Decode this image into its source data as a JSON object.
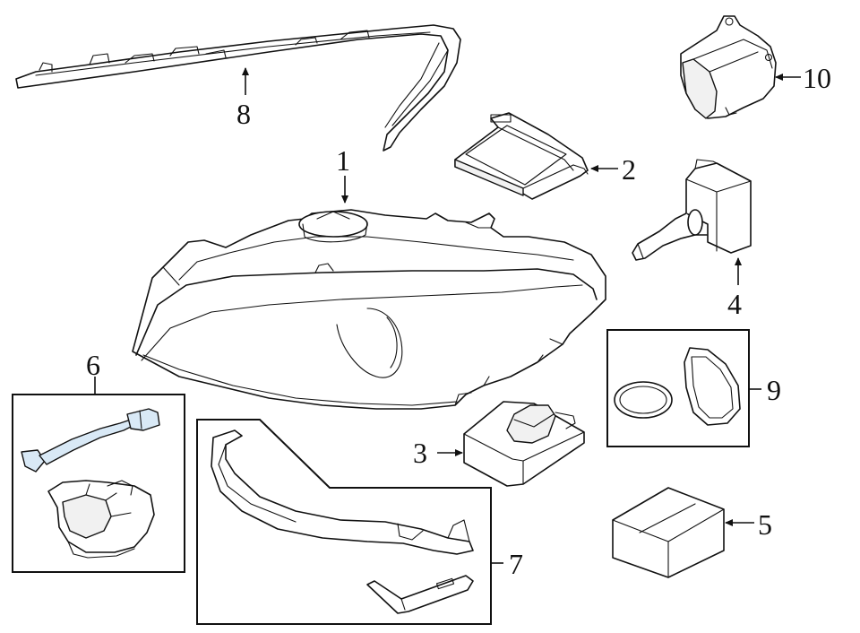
{
  "callouts": [
    {
      "id": "1",
      "label": "1",
      "part": "headlamp assembly"
    },
    {
      "id": "2",
      "label": "2",
      "part": "module"
    },
    {
      "id": "3",
      "label": "3",
      "part": "ballast"
    },
    {
      "id": "4",
      "label": "4",
      "part": "bulb"
    },
    {
      "id": "5",
      "label": "5",
      "part": "module"
    },
    {
      "id": "6",
      "label": "6",
      "part": "harness and actuator"
    },
    {
      "id": "7",
      "label": "7",
      "part": "seals and bracket"
    },
    {
      "id": "8",
      "label": "8",
      "part": "upper seal"
    },
    {
      "id": "9",
      "label": "9",
      "part": "gaskets"
    },
    {
      "id": "10",
      "label": "10",
      "part": "cover"
    }
  ],
  "colors": {
    "line": "#111111",
    "highlight": "#d9e9f6",
    "background": "#ffffff"
  }
}
